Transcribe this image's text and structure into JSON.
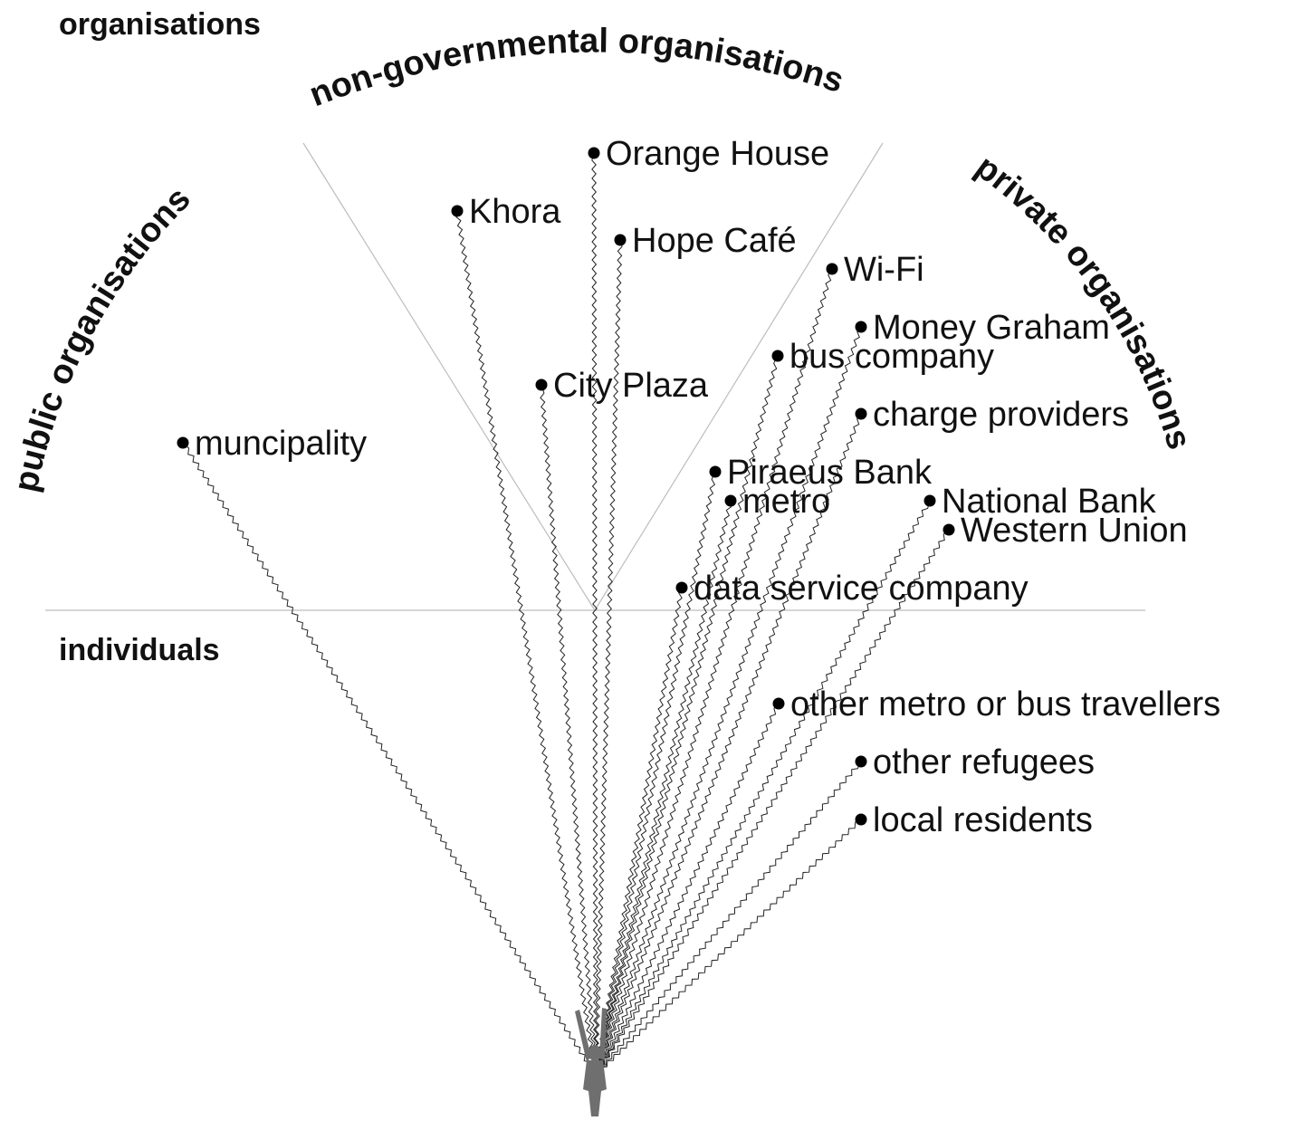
{
  "titles": {
    "organisations": "organisations",
    "individuals": "individuals",
    "public": "public organisations",
    "ngo": "non-governmental organisations",
    "private": "private organisations"
  },
  "nodes": [
    {
      "id": "orange-house",
      "label": "Orange House",
      "group": "non-governmental organisations"
    },
    {
      "id": "khora",
      "label": "Khora",
      "group": "non-governmental organisations"
    },
    {
      "id": "hope-cafe",
      "label": "Hope Café",
      "group": "non-governmental organisations"
    },
    {
      "id": "city-plaza",
      "label": "City Plaza",
      "group": "non-governmental organisations"
    },
    {
      "id": "muncipality",
      "label": "muncipality",
      "group": "public organisations"
    },
    {
      "id": "wi-fi",
      "label": "Wi-Fi",
      "group": "private organisations"
    },
    {
      "id": "money-graham",
      "label": "Money Graham",
      "group": "private organisations"
    },
    {
      "id": "bus-company",
      "label": "bus company",
      "group": "private organisations"
    },
    {
      "id": "charge-providers",
      "label": "charge providers",
      "group": "private organisations"
    },
    {
      "id": "piraeus-bank",
      "label": "Piraeus Bank",
      "group": "private organisations"
    },
    {
      "id": "metro",
      "label": "metro",
      "group": "private organisations"
    },
    {
      "id": "national-bank",
      "label": "National Bank",
      "group": "private organisations"
    },
    {
      "id": "western-union",
      "label": "Western Union",
      "group": "private organisations"
    },
    {
      "id": "data-service-company",
      "label": "data service company",
      "group": "private organisations"
    },
    {
      "id": "other-travellers",
      "label": "other metro or bus travellers",
      "group": "individuals"
    },
    {
      "id": "other-refugees",
      "label": "other refugees",
      "group": "individuals"
    },
    {
      "id": "local-residents",
      "label": "local residents",
      "group": "individuals"
    }
  ]
}
